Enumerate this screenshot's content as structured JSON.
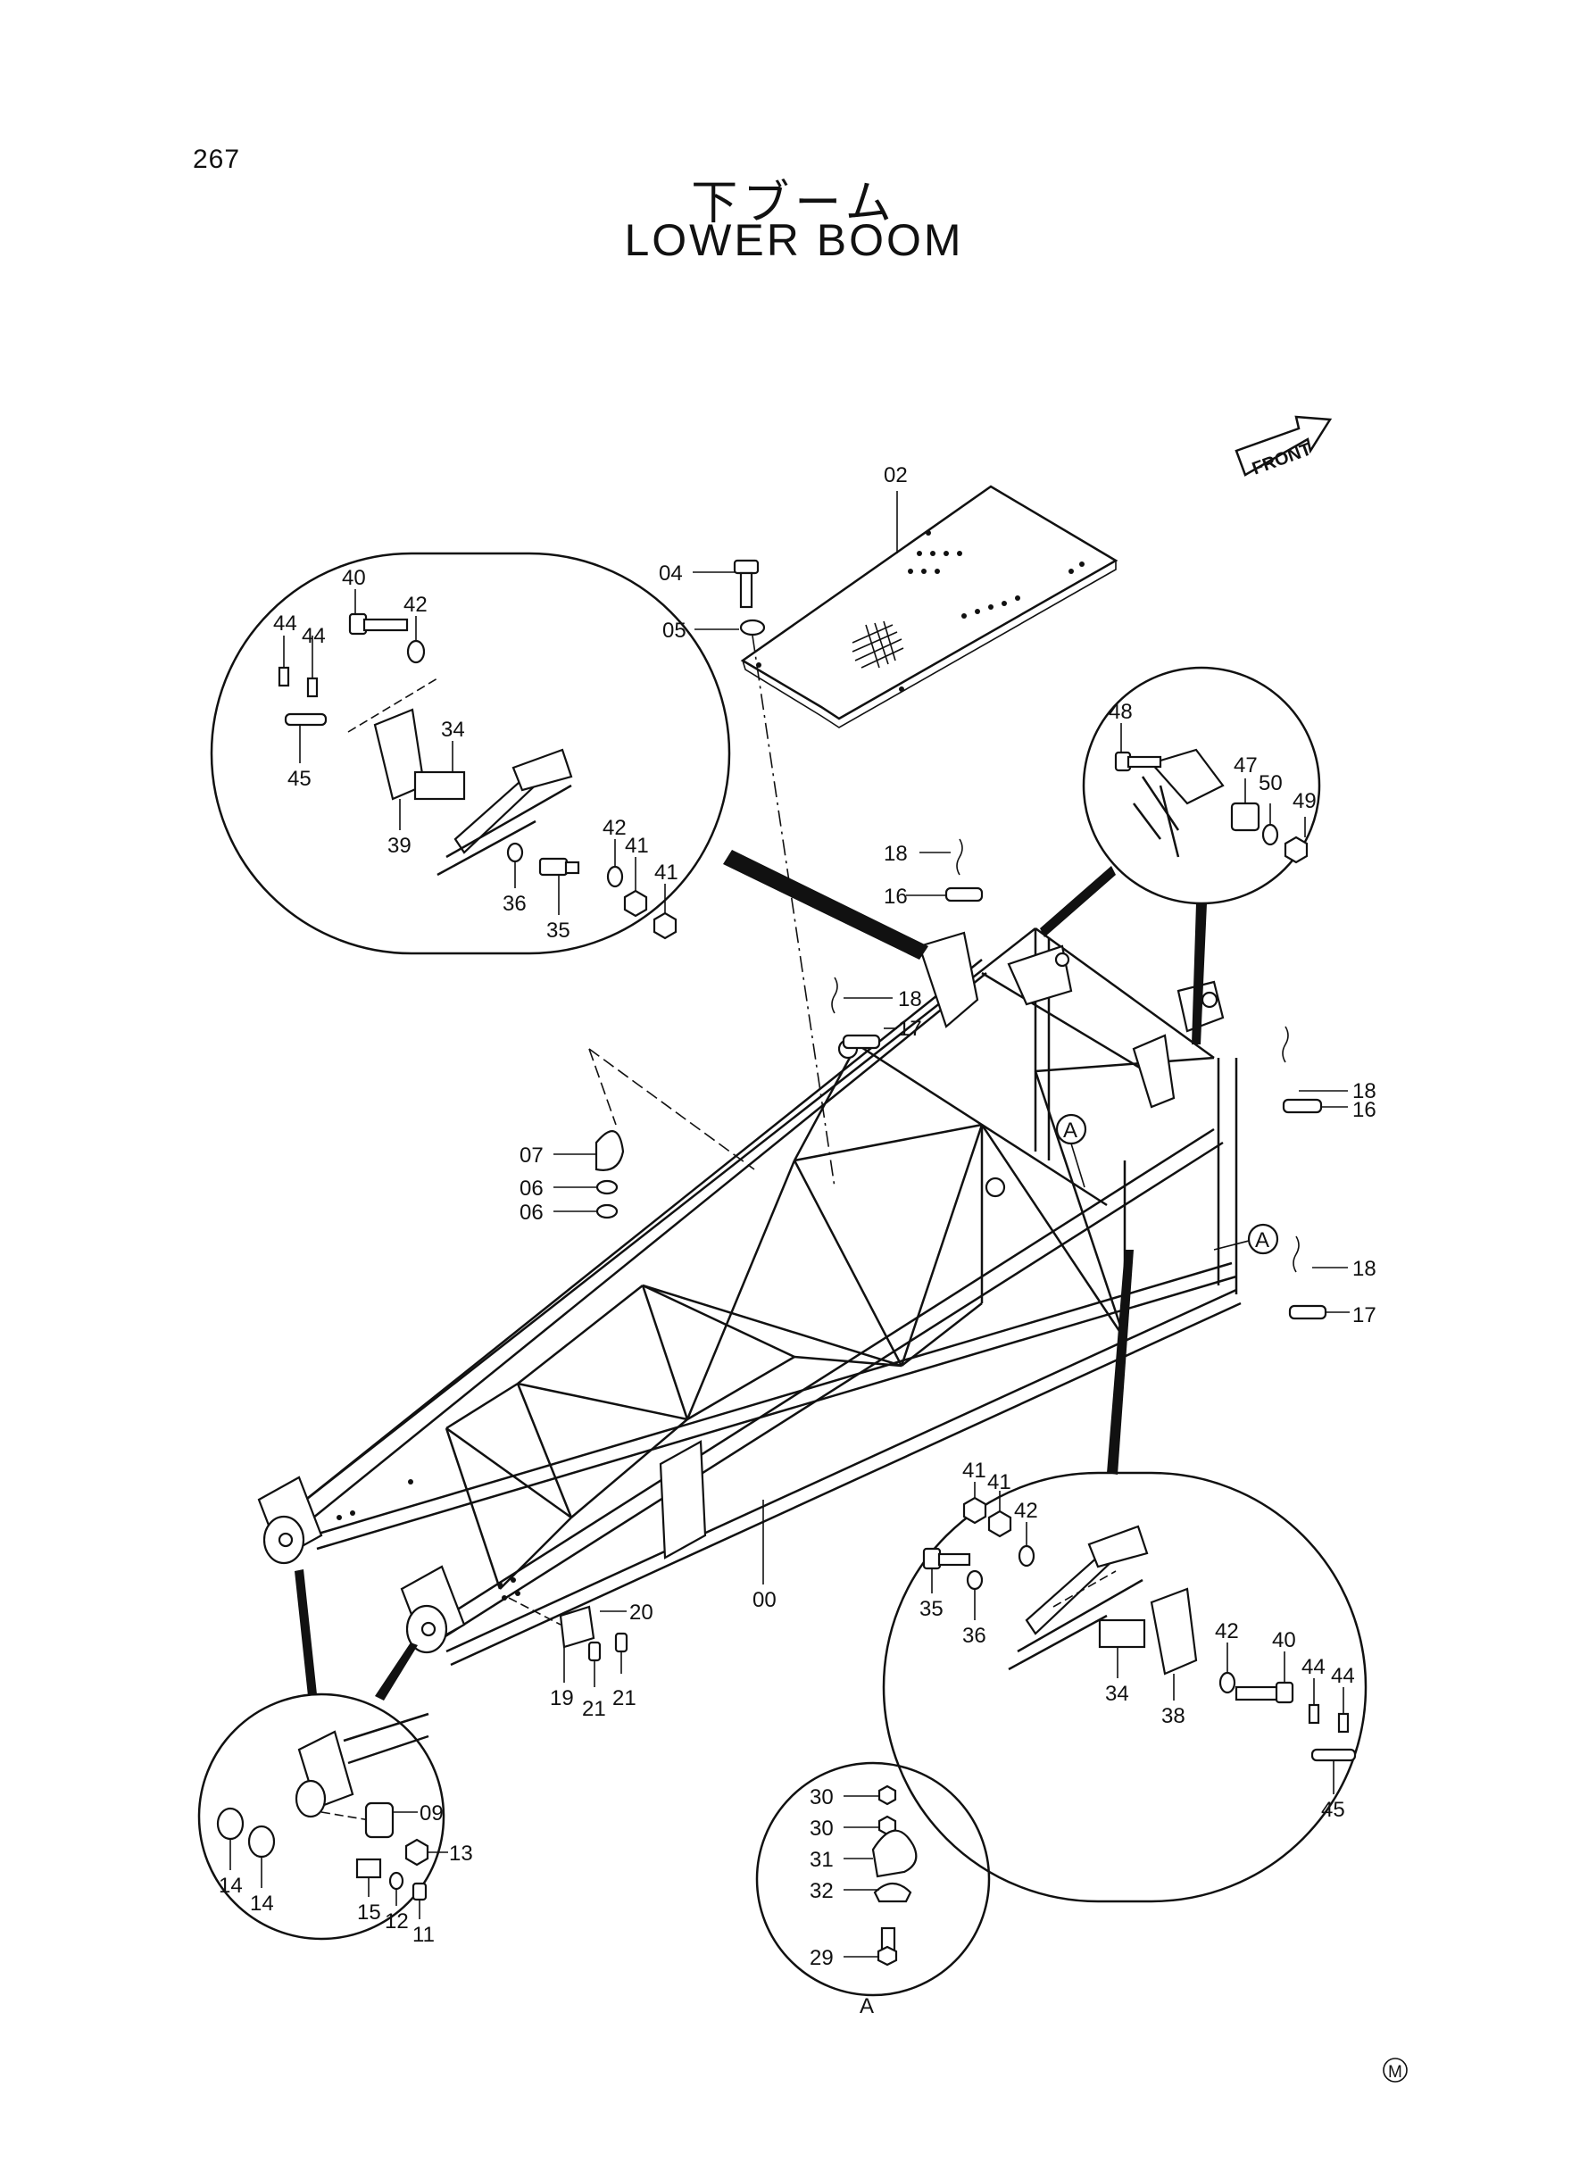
{
  "page_number": "267",
  "title_japanese": "下ブーム",
  "title_english": "LOWER BOOM",
  "front_arrow_label": "FRONT",
  "marker_letter": "A",
  "circle_letter": "M",
  "callouts": {
    "c00": "00",
    "c02": "02",
    "c04": "04",
    "c05": "05",
    "c06a": "06",
    "c06b": "06",
    "c07": "07",
    "c09": "09",
    "c11": "11",
    "c12": "12",
    "c13": "13",
    "c14a": "14",
    "c14b": "14",
    "c15": "15",
    "c16a": "16",
    "c16b": "16",
    "c17a": "17",
    "c17b": "17",
    "c18a": "18",
    "c18b": "18",
    "c18c": "18",
    "c18d": "18",
    "c19": "19",
    "c20": "20",
    "c21a": "21",
    "c21b": "21",
    "c29": "29",
    "c30a": "30",
    "c30b": "30",
    "c31": "31",
    "c32": "32",
    "c34a": "34",
    "c35a": "35",
    "c36a": "36",
    "c39": "39",
    "c40a": "40",
    "c41a": "41",
    "c41b": "41",
    "c42a": "42",
    "c42b": "42",
    "c44a": "44",
    "c44b": "44",
    "c45a": "45",
    "c47": "47",
    "c48": "48",
    "c49": "49",
    "c50": "50",
    "c34b": "34",
    "c35b": "35",
    "c36b": "36",
    "c38": "38",
    "c40b": "40",
    "c41c": "41",
    "c41d": "41",
    "c42c": "42",
    "c42d": "42",
    "c44c": "44",
    "c44d": "44",
    "c45b": "45"
  }
}
